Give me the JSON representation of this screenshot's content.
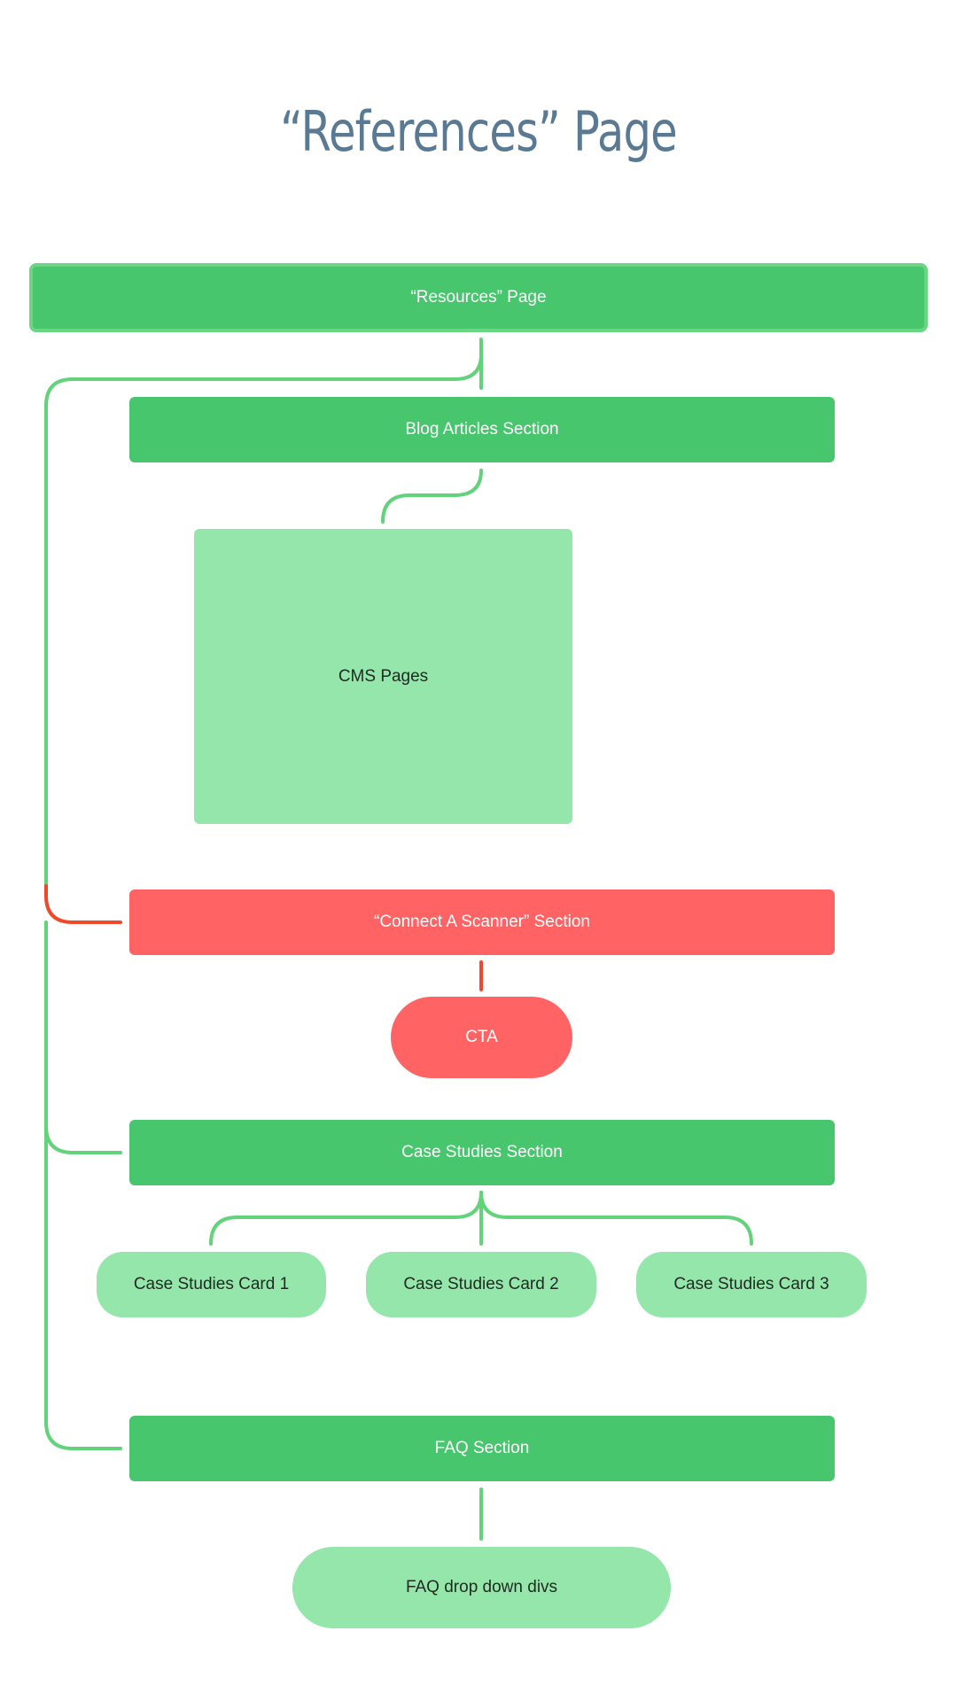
{
  "title": "“References” Page",
  "colors": {
    "title": "#5a7a93",
    "section_green": "#48c66d",
    "light_green": "#95e6aa",
    "red": "#ff6363",
    "connector_green": "#63d37b",
    "connector_red": "#ee4a2a"
  },
  "nodes": {
    "root": "“Resources” Page",
    "blog_section": "Blog Articles Section",
    "cms_pages": "CMS Pages",
    "connect_scanner": "“Connect A Scanner” Section",
    "cta": "CTA",
    "case_studies": "Case Studies Section",
    "cards": [
      "Case Studies Card 1",
      "Case Studies Card 2",
      "Case Studies Card 3"
    ],
    "faq_section": "FAQ Section",
    "faq_dropdowns": "FAQ drop down divs"
  }
}
